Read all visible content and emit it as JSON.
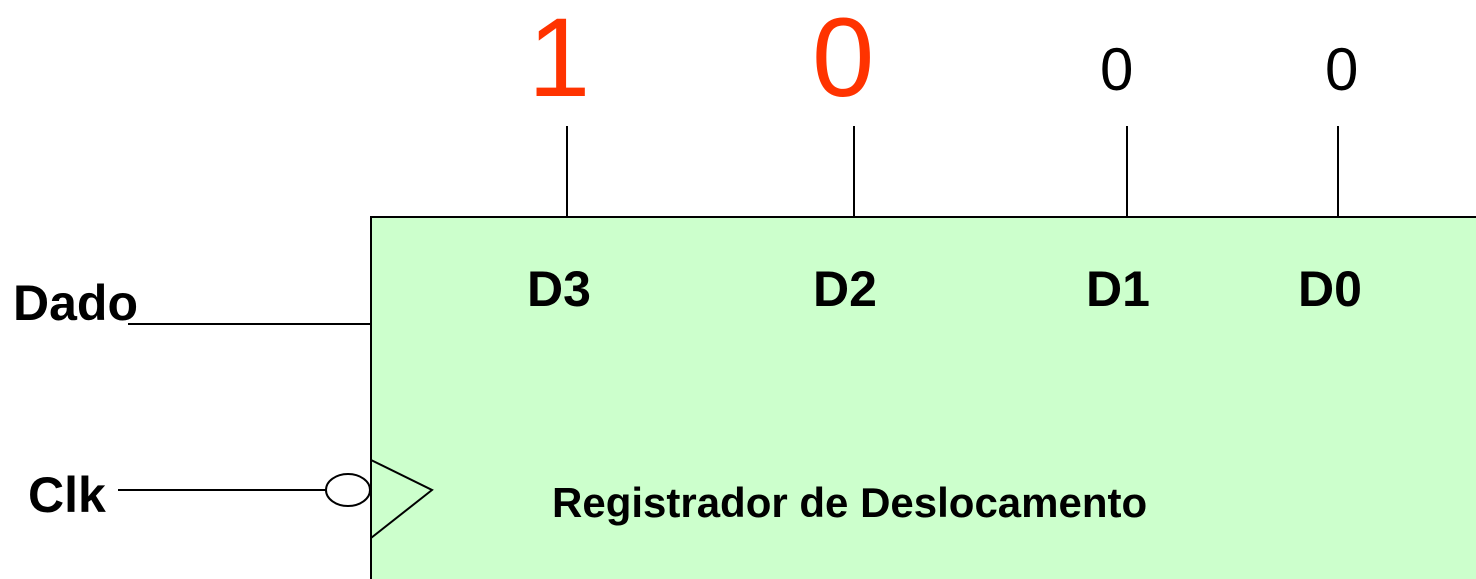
{
  "register": {
    "title": "Registrador de Deslocamento",
    "fill_color": "#ccffcc",
    "border_color": "#000000"
  },
  "inputs": {
    "data_label": "Dado",
    "clock_label": "Clk"
  },
  "pins": {
    "d3": "D3",
    "d2": "D2",
    "d1": "D1",
    "d0": "D0"
  },
  "outputs": {
    "d3": "1",
    "d2": "0",
    "d1": "0",
    "d0": "0",
    "highlight_color": "#ff3300"
  }
}
